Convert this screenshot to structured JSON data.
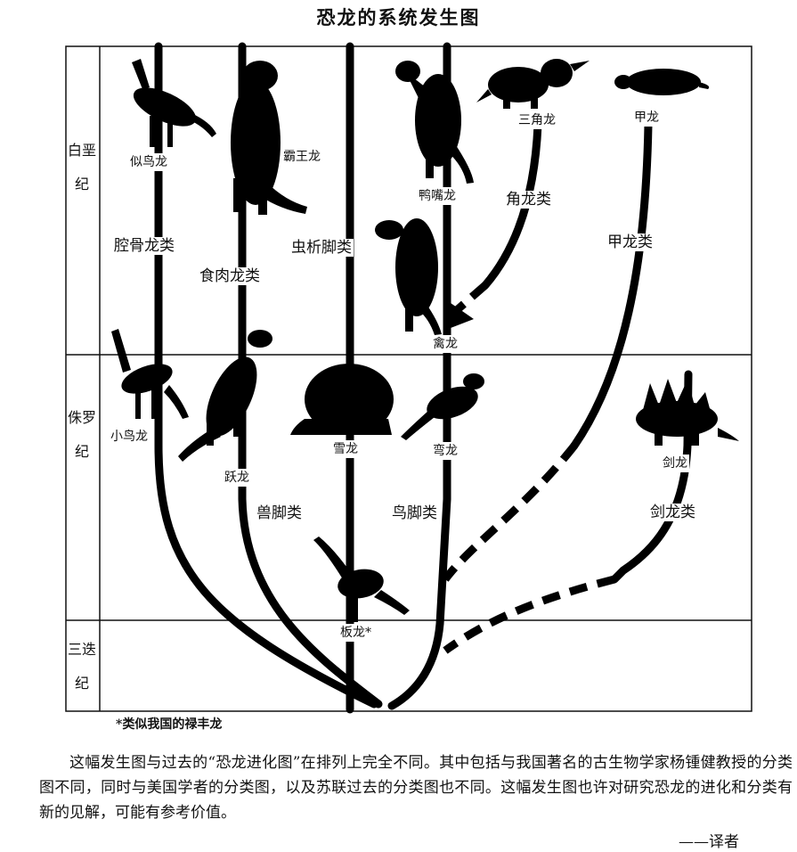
{
  "title": "恐龙的系统发生图",
  "periods": [
    "白垩纪",
    "侏罗纪",
    "三迭纪"
  ],
  "groups": {
    "coelurosaurs": "腔骨龙类",
    "carnosaurs": "食肉龙类",
    "theropods": "虫析脚类",
    "ceratopsians": "角龙类",
    "ankylosaurs": "甲龙类",
    "beast_feet": "兽脚类",
    "bird_feet": "鸟脚类",
    "stegosaurs": "剑龙类"
  },
  "species": {
    "ornithomimus": "似鸟龙",
    "tyrannosaurus": "霸王龙",
    "hadrosaurus": "鸭嘴龙",
    "triceratops": "三角龙",
    "ankylosaurus": "甲龙",
    "iguanodon": "禽龙",
    "compsognathus": "小鸟龙",
    "allosaurus": "跃龙",
    "brontosaurus": "雪龙",
    "camptosaurus": "弯龙",
    "stegosaurus": "剑龙",
    "plateosaurus": "板龙*"
  },
  "footnote": "*类似我国的禄丰龙",
  "paragraph": "这幅发生图与过去的“恐龙进化图”在排列上完全不同。其中包括与我国著名的古生物学家杨锺健教授的分类图不同，同时与美国学者的分类图，以及苏联过去的分类图也不同。这幅发生图也许对研究恐龙的进化和分类有新的见解，可能有参考价值。",
  "signature": "——译者"
}
